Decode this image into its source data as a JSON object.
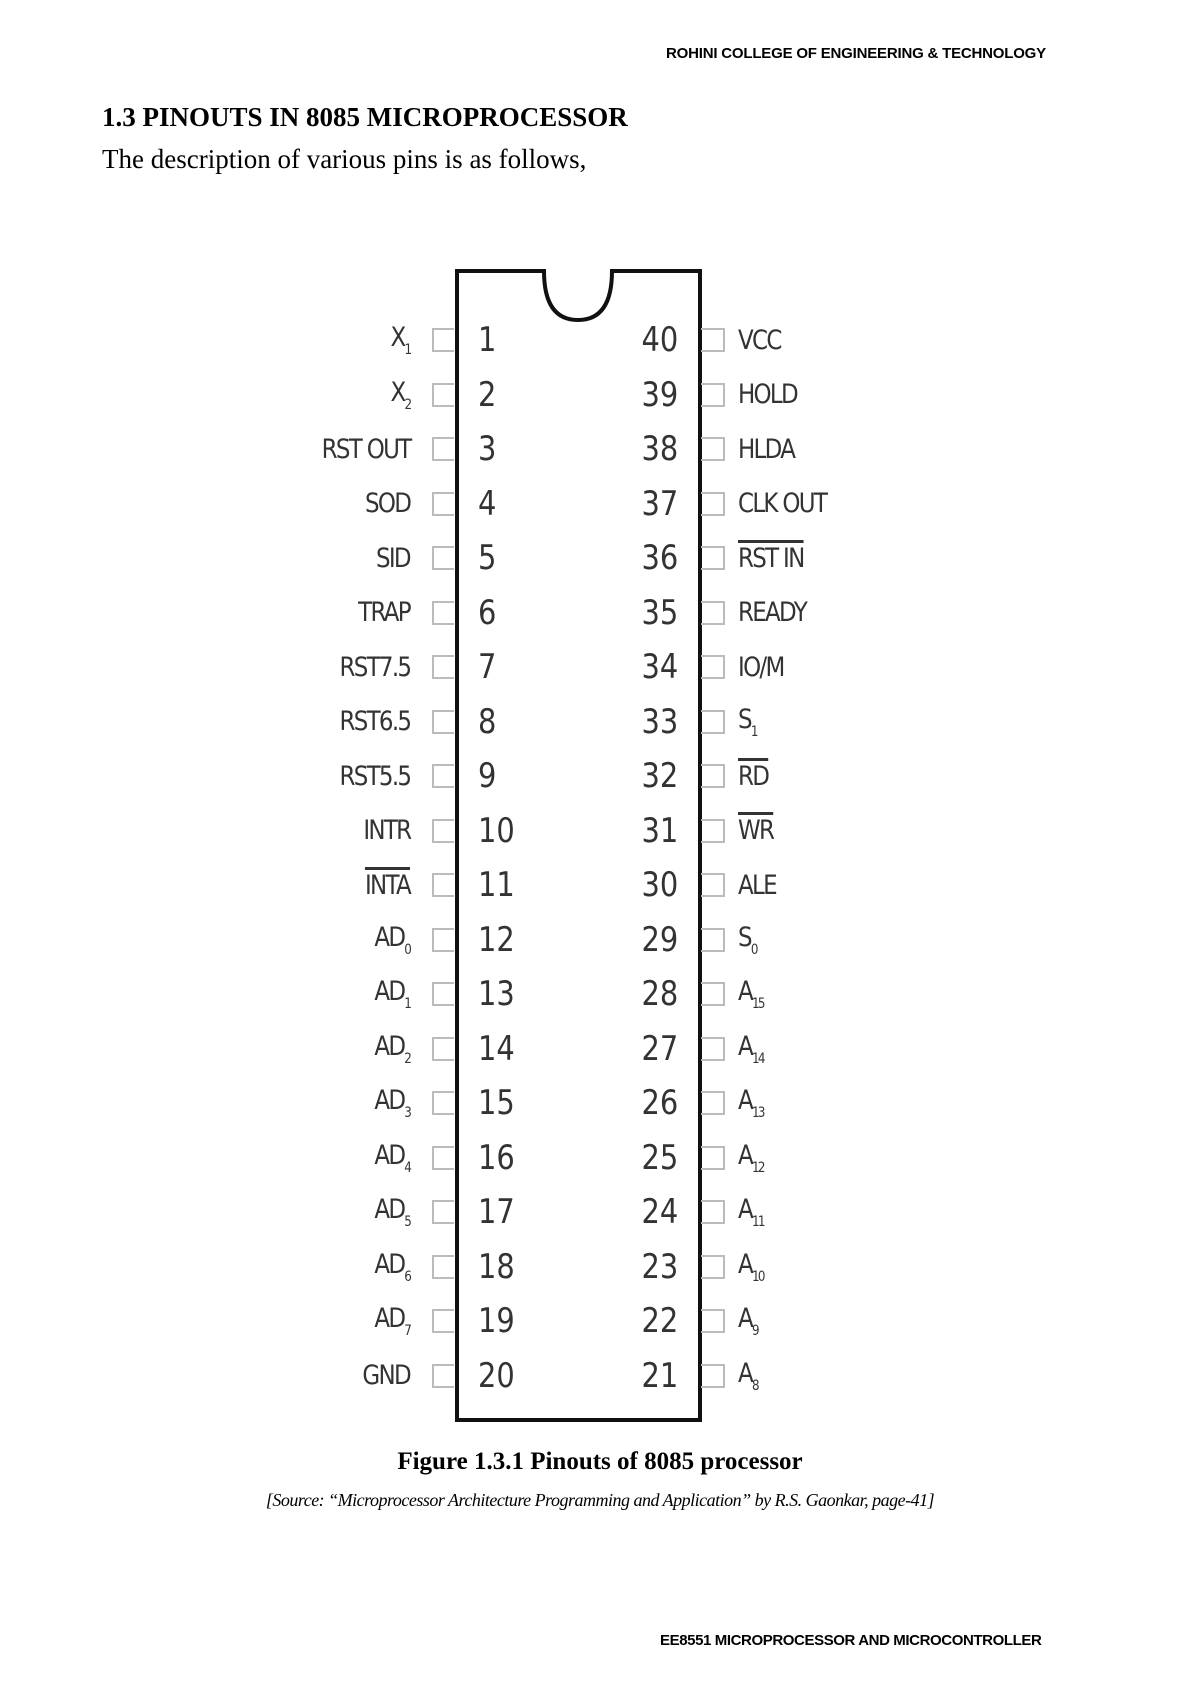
{
  "header": {
    "institution": "ROHINI COLLEGE OF ENGINEERING & TECHNOLOGY"
  },
  "section": {
    "title": "1.3 PINOUTS IN 8085 MICROPROCESSOR",
    "intro": "The description of various pins is as follows,"
  },
  "figure": {
    "chip": "8085",
    "left_pins": [
      {
        "num": "1",
        "name": "X",
        "sub": "1",
        "overline": false
      },
      {
        "num": "2",
        "name": "X",
        "sub": "2",
        "overline": false
      },
      {
        "num": "3",
        "name": "RST OUT",
        "sub": "",
        "overline": false
      },
      {
        "num": "4",
        "name": "SOD",
        "sub": "",
        "overline": false
      },
      {
        "num": "5",
        "name": "SID",
        "sub": "",
        "overline": false
      },
      {
        "num": "6",
        "name": "TRAP",
        "sub": "",
        "overline": false
      },
      {
        "num": "7",
        "name": "RST7.5",
        "sub": "",
        "overline": false
      },
      {
        "num": "8",
        "name": "RST6.5",
        "sub": "",
        "overline": false
      },
      {
        "num": "9",
        "name": "RST5.5",
        "sub": "",
        "overline": false
      },
      {
        "num": "10",
        "name": "INTR",
        "sub": "",
        "overline": false
      },
      {
        "num": "11",
        "name": "INTA",
        "sub": "",
        "overline": true
      },
      {
        "num": "12",
        "name": "AD",
        "sub": "0",
        "overline": false
      },
      {
        "num": "13",
        "name": "AD",
        "sub": "1",
        "overline": false
      },
      {
        "num": "14",
        "name": "AD",
        "sub": "2",
        "overline": false
      },
      {
        "num": "15",
        "name": "AD",
        "sub": "3",
        "overline": false
      },
      {
        "num": "16",
        "name": "AD",
        "sub": "4",
        "overline": false
      },
      {
        "num": "17",
        "name": "AD",
        "sub": "5",
        "overline": false
      },
      {
        "num": "18",
        "name": "AD",
        "sub": "6",
        "overline": false
      },
      {
        "num": "19",
        "name": "AD",
        "sub": "7",
        "overline": false
      },
      {
        "num": "20",
        "name": "GND",
        "sub": "",
        "overline": false
      }
    ],
    "right_pins": [
      {
        "num": "40",
        "name": "VCC",
        "sub": "",
        "overline": false
      },
      {
        "num": "39",
        "name": "HOLD",
        "sub": "",
        "overline": false
      },
      {
        "num": "38",
        "name": "HLDA",
        "sub": "",
        "overline": false
      },
      {
        "num": "37",
        "name": "CLK OUT",
        "sub": "",
        "overline": false
      },
      {
        "num": "36",
        "name": "RST IN",
        "sub": "",
        "overline": true
      },
      {
        "num": "35",
        "name": "READY",
        "sub": "",
        "overline": false
      },
      {
        "num": "34",
        "name": "IO/M",
        "sub": "",
        "overline": false
      },
      {
        "num": "33",
        "name": "S",
        "sub": "1",
        "overline": false
      },
      {
        "num": "32",
        "name": "RD",
        "sub": "",
        "overline": true
      },
      {
        "num": "31",
        "name": "WR",
        "sub": "",
        "overline": true
      },
      {
        "num": "30",
        "name": "ALE",
        "sub": "",
        "overline": false
      },
      {
        "num": "29",
        "name": "S",
        "sub": "0",
        "overline": false
      },
      {
        "num": "28",
        "name": "A",
        "sub": "15",
        "overline": false
      },
      {
        "num": "27",
        "name": "A",
        "sub": "14",
        "overline": false
      },
      {
        "num": "26",
        "name": "A",
        "sub": "13",
        "overline": false
      },
      {
        "num": "25",
        "name": "A",
        "sub": "12",
        "overline": false
      },
      {
        "num": "24",
        "name": "A",
        "sub": "11",
        "overline": false
      },
      {
        "num": "23",
        "name": "A",
        "sub": "10",
        "overline": false
      },
      {
        "num": "22",
        "name": "A",
        "sub": "9",
        "overline": false
      },
      {
        "num": "21",
        "name": "A",
        "sub": "8",
        "overline": false
      }
    ],
    "caption": "Figure 1.3.1 Pinouts of 8085 processor",
    "source": "[Source: “Microprocessor Architecture Programming and Application” by R.S. Gaonkar, page-41]"
  },
  "footer": {
    "course": "EE8551 MICROPROCESSOR AND MICROCONTROLLER"
  }
}
